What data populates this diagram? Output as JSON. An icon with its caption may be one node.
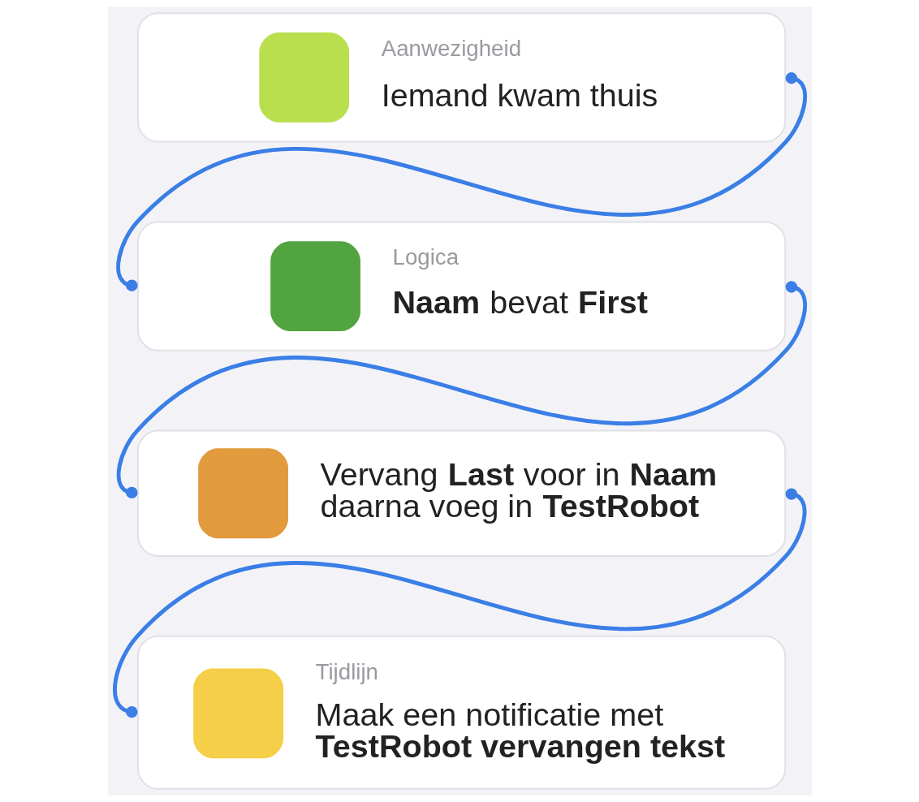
{
  "diagram": {
    "nodes": [
      {
        "text": [
          "Aanwezigheid",
          "Iemand kwam thuis"
        ]
      },
      {
        "text": [
          "Logica",
          "**Naam** bevat **First**"
        ]
      },
      {
        "text": [
          "Vervang **Last** voor in **Naam** daarna voeg in **TestRobot**"
        ]
      },
      {
        "text": [
          "Tijdlijn",
          "Maak een notificatie met **TestRobot vervangen tekst**"
        ]
      }
    ],
    "edges": [
      {
        "from": 0,
        "to": 1,
        "arrow": "other"
      },
      {
        "from": 1,
        "to": 2,
        "arrow": "other"
      },
      {
        "from": 2,
        "to": 3,
        "arrow": "other"
      }
    ]
  }
}
